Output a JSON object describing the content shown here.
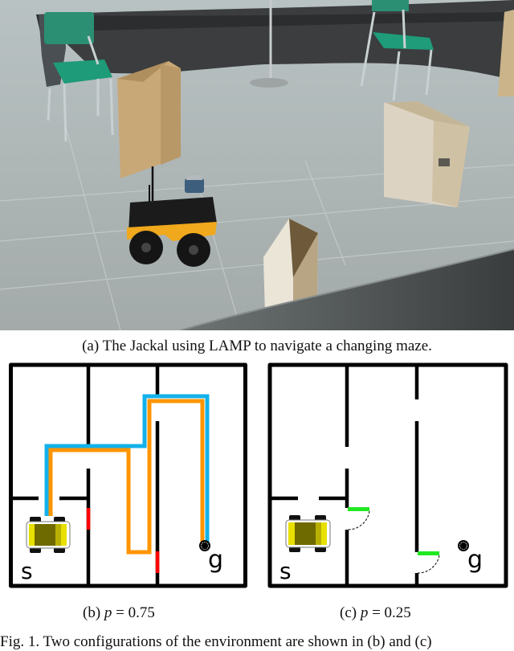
{
  "figure": {
    "photo": {
      "description": "Clearpath Jackal robot on a grey tiled floor among cardboard boxes, green chairs and a dark curtain barrier",
      "colors": {
        "floor": "#a9b0b0",
        "curtain": "#3b3d3e",
        "chair": "#1f8f6e",
        "cardboard": "#c9a877",
        "robot_body": "#1c1c1c",
        "robot_trim": "#f0a81c"
      }
    },
    "caption_a": "(a) The Jackal using LAMP to navigate a changing maze.",
    "subfigures": [
      {
        "id": "b",
        "label_prefix": "(b) ",
        "param_symbol": "p",
        "param_eq": " = 0.75",
        "start_label": "s",
        "goal_label": "g",
        "legend_colors": {
          "blue_path": "#13b1ea",
          "orange_path": "#ff9500",
          "closed_door": "#ff0000"
        }
      },
      {
        "id": "c",
        "label_prefix": "(c) ",
        "param_symbol": "p",
        "param_eq": " = 0.25",
        "start_label": "s",
        "goal_label": "g",
        "legend_colors": {
          "open_door": "#22e822"
        }
      }
    ],
    "fig_caption_partial": "Fig. 1.   Two configurations of the environment are shown in (b) and (c)"
  }
}
